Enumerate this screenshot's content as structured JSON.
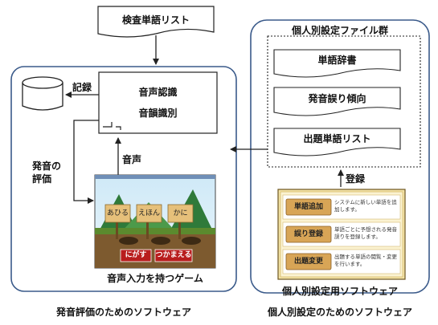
{
  "left_system": {
    "title": "発音評価のためのソフトウェア",
    "word_list_doc": "検査単語リスト",
    "recognizer_lines": [
      "音声認識",
      "音韻識別"
    ],
    "record_label": "記録",
    "eval_label_lines": [
      "発音の",
      "評価"
    ],
    "voice_label": "音声",
    "game_caption": "音声入力を持つゲーム",
    "game": {
      "signs": [
        "あひる",
        "えほん",
        "かに"
      ],
      "buttons": [
        "にがす",
        "つかまえる"
      ]
    }
  },
  "right_system": {
    "title": "個人別設定のためのソフトウェア",
    "file_group_title": "個人別設定ファイル群",
    "files": [
      "単語辞書",
      "発音誤り傾向",
      "出題単語リスト"
    ],
    "register_label": "登録",
    "settings_caption": "個人別設定用ソフトウェア",
    "settings_ui": {
      "rows": [
        {
          "button": "単語追加",
          "desc": "システムに新しい単語を追加します。"
        },
        {
          "button": "誤り登録",
          "desc": "単語ごとに予想される発音誤りを登録します。"
        },
        {
          "button": "出題変更",
          "desc": "出題する単語の閲覧・変更を行います。"
        }
      ]
    }
  },
  "colors": {
    "panel_border": "#3a5a8a",
    "arrow": "#222222",
    "wood": "#e0b86a",
    "game_button": "#b81d1d"
  }
}
